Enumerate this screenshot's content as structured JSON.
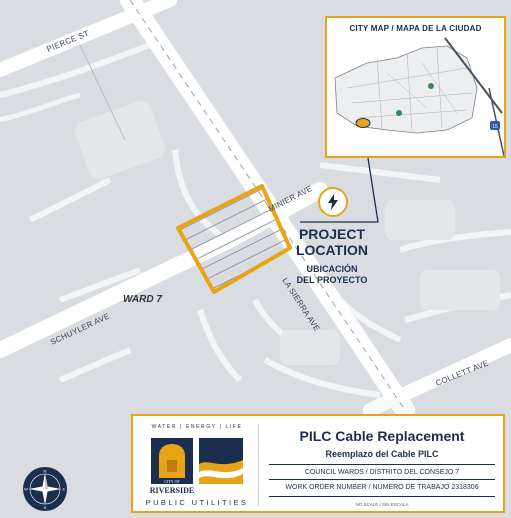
{
  "streets": {
    "pierce": "PIERCE ST",
    "minier": "MINIER AVE",
    "la_sierra": "LA SIERRA AVE",
    "schuyler": "SCHUYLER AVE",
    "collett": "COLLETT AVE"
  },
  "ward_label": "WARD 7",
  "inset_map": {
    "title": "CITY MAP / MAPA DE LA CIUDAD",
    "highway_label": "15"
  },
  "project_location": {
    "title_line1": "PROJECT",
    "title_line2": "LOCATION",
    "subtitle_line1": "UBICACIÓN",
    "subtitle_line2": "DEL PROYECTO",
    "icon": "lightning-bolt-icon"
  },
  "legend": {
    "title": "PILC Cable Replacement",
    "subtitle": "Reemplazo del Cable PILC",
    "wards": "COUNCIL WARDS / DISTRITO DEL CONSEJO 7",
    "work_order": "WORK ORDER NUMBER / NÚMERO DE TRABAJO 2318306",
    "scale": "NO SCALE / SIN ESCALA"
  },
  "logo": {
    "tagline": "WATER | ENERGY | LIFE",
    "city_of": "CITY OF",
    "city": "RIVERSIDE",
    "utility": "PUBLIC UTILITIES"
  },
  "compass": {
    "n": "N",
    "s": "S",
    "e": "E",
    "w": "W"
  },
  "colors": {
    "accent": "#e8a317",
    "navy": "#1c2e4e",
    "road": "#ffffff",
    "land": "#d9dde1"
  }
}
